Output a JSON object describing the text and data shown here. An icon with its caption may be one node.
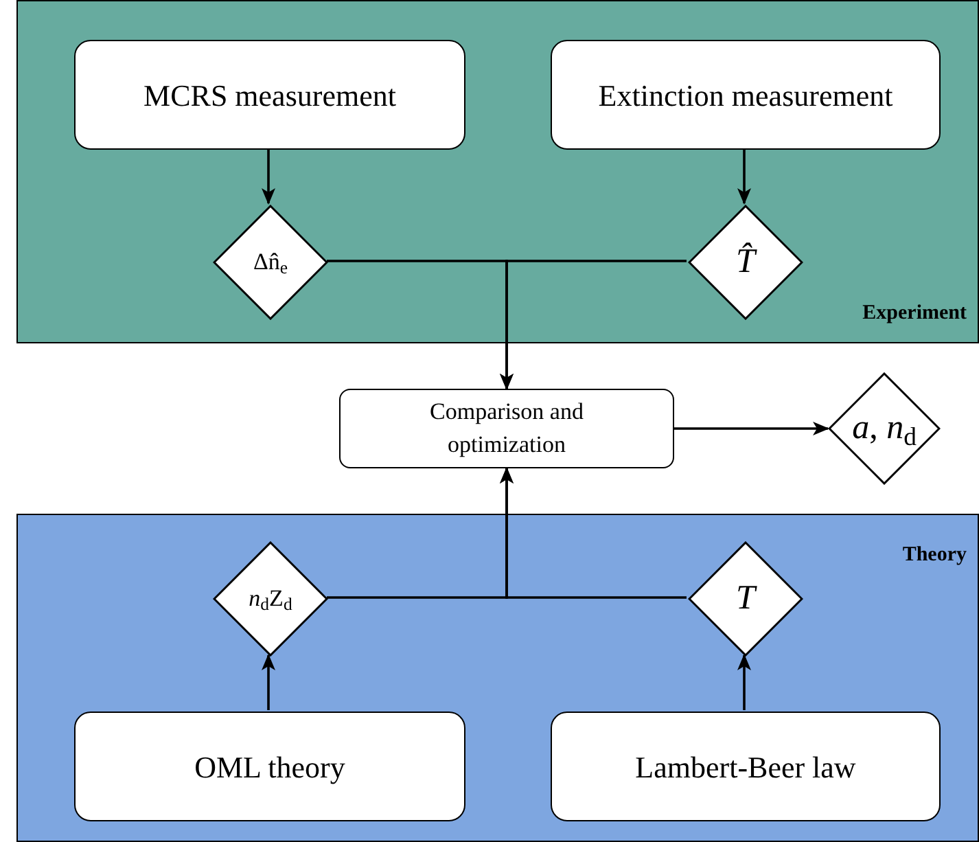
{
  "diagram": {
    "nodes": [
      {
        "text": [
          "Experiment"
        ]
      },
      {
        "text": [
          "MCRS measurement"
        ],
        "in": 0
      },
      {
        "text": [
          "Extinction measurement"
        ],
        "in": 0
      },
      {
        "text": [
          "Δn̂$_{e}$"
        ],
        "in": 0
      },
      {
        "text": [
          "*T̂*"
        ],
        "in": 0
      },
      {
        "text": [
          "Comparison and optimization"
        ]
      },
      {
        "text": [
          "*a*, *n*$_{d}$"
        ]
      },
      {
        "text": [
          "Theory"
        ]
      },
      {
        "text": [
          "*n*$_{d}$Z$_{d}$"
        ],
        "in": 7
      },
      {
        "text": [
          "*T*"
        ],
        "in": 7
      },
      {
        "text": [
          "OML theory"
        ],
        "in": 7
      },
      {
        "text": [
          "Lambert-Beer law"
        ],
        "in": 7
      }
    ],
    "edges": [
      {
        "from": 1,
        "to": 3,
        "arrow": "to"
      },
      {
        "from": 2,
        "to": 4,
        "arrow": "to"
      },
      {
        "from": 3,
        "to": 5,
        "arrow": "to"
      },
      {
        "from": 4,
        "to": 5,
        "arrow": "to"
      },
      {
        "from": 5,
        "to": 6,
        "arrow": "to"
      },
      {
        "from": 8,
        "to": 5,
        "arrow": "to"
      },
      {
        "from": 9,
        "to": 5,
        "arrow": "to"
      },
      {
        "from": 10,
        "to": 8,
        "arrow": "to"
      },
      {
        "from": 11,
        "to": 9,
        "arrow": "to"
      }
    ]
  }
}
